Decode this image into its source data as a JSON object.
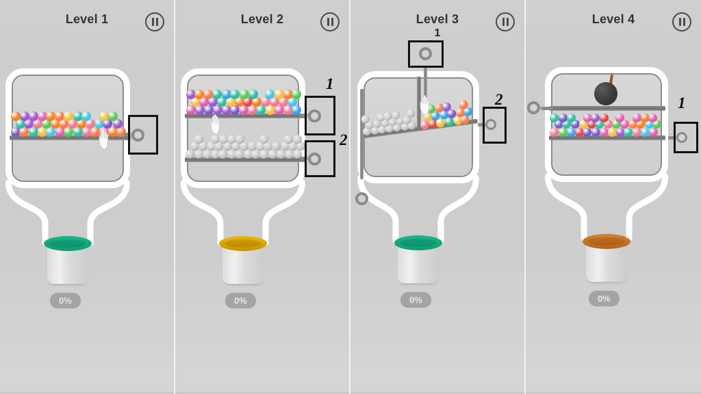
{
  "app": {
    "name": "ball-sort-funnel-game",
    "bottom_band_color": "#d5d5d5"
  },
  "icons": {
    "pause": "pause-icon",
    "pin_ring": "ring-pin-icon",
    "hand": "hand-cursor-icon",
    "bomb": "bomb-icon"
  },
  "colors": {
    "background": "#cfcfcf",
    "jar_outline": "#ffffff",
    "jar_inner_border": "#8c8c8c",
    "bar": "#6e6e6e",
    "pin_box_border": "#111111",
    "pin_ring": "#8b8b8b",
    "badge_bg": "#a4a4a4",
    "badge_text": "#e8e8e8",
    "title_text": "#333333",
    "gray_ball": "#c6c6c6",
    "ball_palette": [
      "#e8453c",
      "#f58220",
      "#f6c143",
      "#5bc85b",
      "#2fbfa0",
      "#3aa3e8",
      "#7a5cc8",
      "#e05fae",
      "#f2798f",
      "#44c7e8",
      "#9b59d0",
      "#ff7a45"
    ]
  },
  "panels": [
    {
      "id": "level-1",
      "title": "Level 1",
      "sub_number": null,
      "pause_label": "pause",
      "cup": {
        "rim_color": "#16b98a",
        "rim_color_dark": "#0e9b72",
        "percent": "0%"
      },
      "pins": [
        {
          "label": null,
          "side": "right"
        }
      ],
      "bars": 1,
      "contents": [
        {
          "type": "colored-balls",
          "rows": 3
        }
      ],
      "has_hand_cursor": true,
      "has_bomb": false
    },
    {
      "id": "level-2",
      "title": "Level 2",
      "sub_number": null,
      "pause_label": "pause",
      "cup": {
        "rim_color": "#eeb600",
        "rim_color_dark": "#c89300",
        "percent": "0%"
      },
      "pins": [
        {
          "label": "1",
          "side": "right"
        },
        {
          "label": "2",
          "side": "right"
        }
      ],
      "bars": 2,
      "contents": [
        {
          "type": "colored-balls",
          "rows": 3
        },
        {
          "type": "gray-balls",
          "rows": 3
        }
      ],
      "has_hand_cursor": true,
      "has_bomb": false
    },
    {
      "id": "level-3",
      "title": "Level 3",
      "sub_number": "1",
      "pause_label": "pause",
      "cup": {
        "rim_color": "#16b98a",
        "rim_color_dark": "#0e9b72",
        "percent": "0%"
      },
      "pins": [
        {
          "label": "1",
          "side": "top"
        },
        {
          "label": "2",
          "side": "right"
        },
        {
          "label": null,
          "side": "bottom-left"
        }
      ],
      "bars": 1,
      "contents": [
        {
          "type": "gray-balls",
          "rows": 3
        },
        {
          "type": "colored-balls",
          "rows": 3
        }
      ],
      "has_hand_cursor": true,
      "has_bomb": false
    },
    {
      "id": "level-4",
      "title": "Level 4",
      "sub_number": null,
      "pause_label": "pause",
      "cup": {
        "rim_color": "#d9812c",
        "rim_color_dark": "#b3651b",
        "percent": "0%"
      },
      "pins": [
        {
          "label": "1",
          "side": "right"
        },
        {
          "label": null,
          "side": "left"
        }
      ],
      "bars": 2,
      "contents": [
        {
          "type": "bomb"
        },
        {
          "type": "colored-balls",
          "rows": 3
        }
      ],
      "has_hand_cursor": false,
      "has_bomb": true
    }
  ]
}
